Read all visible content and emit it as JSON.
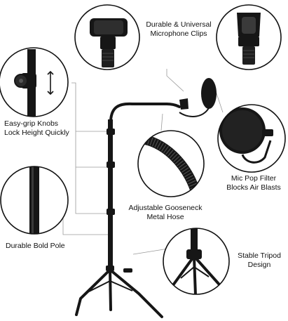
{
  "features": {
    "clips": {
      "line1": "Durable & Universal",
      "line2": "Microphone Clips"
    },
    "knobs": {
      "line1": "Easy-grip Knobs",
      "line2": "Lock Height Quickly"
    },
    "filter": {
      "line1": "Mic Pop Filter",
      "line2": "Blocks Air Blasts"
    },
    "hose": {
      "line1": "Adjustable Gooseneck",
      "line2": "Metal Hose"
    },
    "pole": {
      "line1": "Durable Bold Pole"
    },
    "tripod": {
      "line1": "Stable Tripod",
      "line2": "Design"
    }
  },
  "colors": {
    "product": "#161616",
    "circle_border": "#111111",
    "leader_line": "#9a9a9a",
    "background": "#ffffff"
  }
}
